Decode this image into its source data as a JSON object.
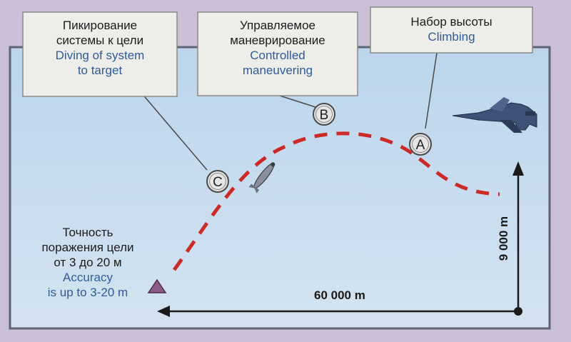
{
  "callouts": {
    "diving": {
      "ru_line1": "Пикирование",
      "ru_line2": "системы к цели",
      "en_line1": "Diving of system",
      "en_line2": "to target"
    },
    "maneuver": {
      "ru_line1": "Управляемое",
      "ru_line2": "маневрирование",
      "en_line1": "Controlled",
      "en_line2": "maneuvering"
    },
    "climb": {
      "ru_line1": "Набор высоты",
      "en_line1": "Climbing"
    }
  },
  "markers": {
    "a": "A",
    "b": "B",
    "c": "C"
  },
  "accuracy": {
    "ru_line1": "Точность",
    "ru_line2": "поражения цели",
    "ru_line3": "от 3 до 20 м",
    "en_line1": "Accuracy",
    "en_line2": "is up to 3-20 m"
  },
  "distance_label": "60 000 m",
  "altitude_label": "9 000 m",
  "colors": {
    "sky": "#c7dcee",
    "frame": "#5f6474",
    "trajectory": "#cc2a26",
    "callout_bg": "#ededea",
    "english_text": "#2f5b9a",
    "target": "#8b5a87"
  }
}
